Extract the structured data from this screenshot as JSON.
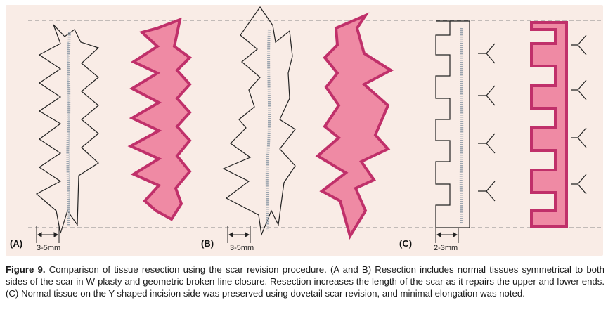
{
  "figure": {
    "panels": [
      {
        "label": "(A)",
        "dimension": "3-5mm"
      },
      {
        "label": "(B)",
        "dimension": "3-5mm"
      },
      {
        "label": "(C)",
        "dimension": "2-3mm"
      }
    ],
    "caption_title": "Figure 9.",
    "caption_text": "Comparison of tissue resection using the scar revision procedure. (A and B) Resection includes normal tissues symmetrical to both sides of the scar in W-plasty and geometric broken-line closure. Resection increases the length of the scar as it repairs the upper and lower ends. (C) Normal tissue on the Y-shaped incision side was preserved using dovetail scar revision, and minimal elongation was noted.",
    "colors": {
      "background": "#f9ece6",
      "pink_fill": "#ef8aa4",
      "pink_edge": "#c0306a",
      "outline": "#222222",
      "dashed_line": "#8a8a8a",
      "scar": "#9aa3ad"
    }
  }
}
